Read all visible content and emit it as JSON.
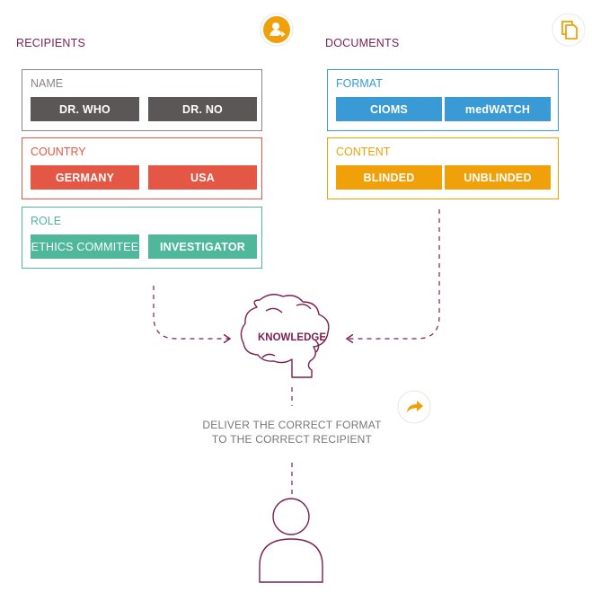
{
  "headings": {
    "recipients": "RECIPIENTS",
    "documents": "DOCUMENTS"
  },
  "recipients": {
    "name": {
      "label": "NAME",
      "color": "#5a5756",
      "options": [
        "DR. WHO",
        "DR. NO"
      ]
    },
    "country": {
      "label": "COUNTRY",
      "color": "#e45745",
      "options": [
        "GERMANY",
        "USA"
      ]
    },
    "role": {
      "label": "ROLE",
      "color": "#4fb79a",
      "options": [
        "ETHICS COMMITEE",
        "INVESTIGATOR"
      ]
    }
  },
  "documents": {
    "format": {
      "label": "FORMAT",
      "color": "#3a9ad6",
      "options": [
        "CIOMS",
        "medWATCH"
      ]
    },
    "content": {
      "label": "CONTENT",
      "color": "#f0a10a",
      "options": [
        "BLINDED",
        "UNBLINDED"
      ]
    }
  },
  "center": {
    "knowledge": "KNOWLEDGE",
    "deliver_line1": "DELIVER THE CORRECT FORMAT",
    "deliver_line2": "TO THE CORRECT RECIPIENT"
  },
  "colors": {
    "accent_dark": "#7a1f4f",
    "orange": "#f0a10a",
    "grey_text": "#777777"
  },
  "icons": [
    "user-share-icon",
    "document-copy-icon",
    "forward-arrow-icon",
    "brain-icon",
    "person-icon"
  ]
}
